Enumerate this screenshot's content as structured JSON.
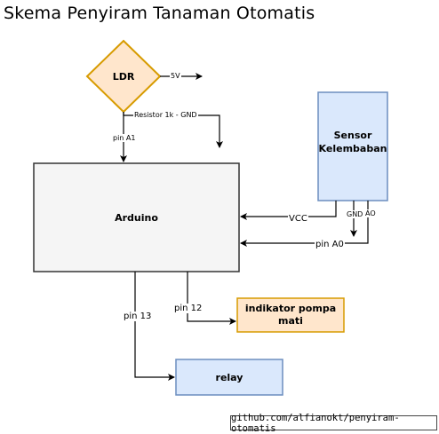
{
  "title": "Skema Penyiram Tanaman Otomatis",
  "nodes": {
    "ldr": "LDR",
    "sensor": "Sensor Kelembaban",
    "arduino": "Arduino",
    "indicator": "indikator pompa mati",
    "relay": "relay"
  },
  "labels": {
    "ldr_5v": "5V",
    "ldr_resistor": "Resistor 1k - GND",
    "ldr_pin": "pin A1",
    "vcc": "VCC",
    "gnd": "GND",
    "ao": "AO",
    "pin_a0": "pin A0",
    "pin_12": "pin 12",
    "pin_13": "pin 13"
  },
  "credit": "github.com/alfianokt/penyiram-otomatis",
  "colors": {
    "ldr_fill": "#ffe6cc",
    "ldr_stroke": "#d79b00",
    "sensor_fill": "#dae8fc",
    "sensor_stroke": "#6c8ebf",
    "arduino_fill": "#f5f5f5",
    "arduino_stroke": "#333333"
  }
}
